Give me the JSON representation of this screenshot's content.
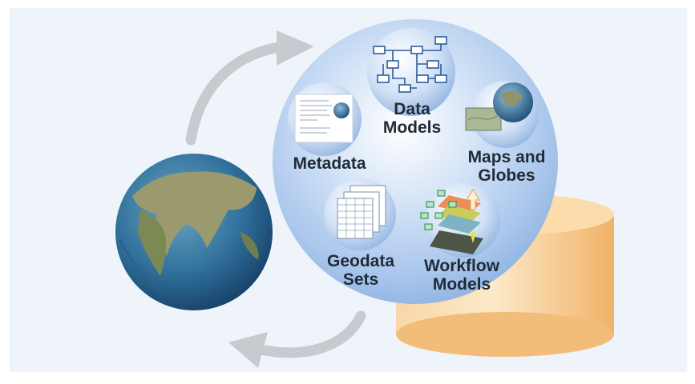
{
  "diagram": {
    "components": [
      {
        "id": "data-models",
        "label": "Data\nModels",
        "icon": "network-diagram-icon"
      },
      {
        "id": "maps-and-globes",
        "label": "Maps and\nGlobes",
        "icon": "map-globe-icon"
      },
      {
        "id": "metadata",
        "label": "Metadata",
        "icon": "document-icon"
      },
      {
        "id": "geodata-sets",
        "label": "Geodata\nSets",
        "icon": "table-stack-icon"
      },
      {
        "id": "workflow-models",
        "label": "Workflow\nModels",
        "icon": "layered-workflow-icon"
      }
    ],
    "globe": "earth-globe-icon",
    "database": "database-cylinder-icon",
    "arrows": [
      "cycle-arrow-top-icon",
      "cycle-arrow-bottom-icon"
    ],
    "colors": {
      "background": "#eef4fa",
      "bubble": "#b8d2f0",
      "cylinder": "#f6c98c",
      "arrow": "#c2c7cb",
      "label": "#1f2b36"
    }
  }
}
